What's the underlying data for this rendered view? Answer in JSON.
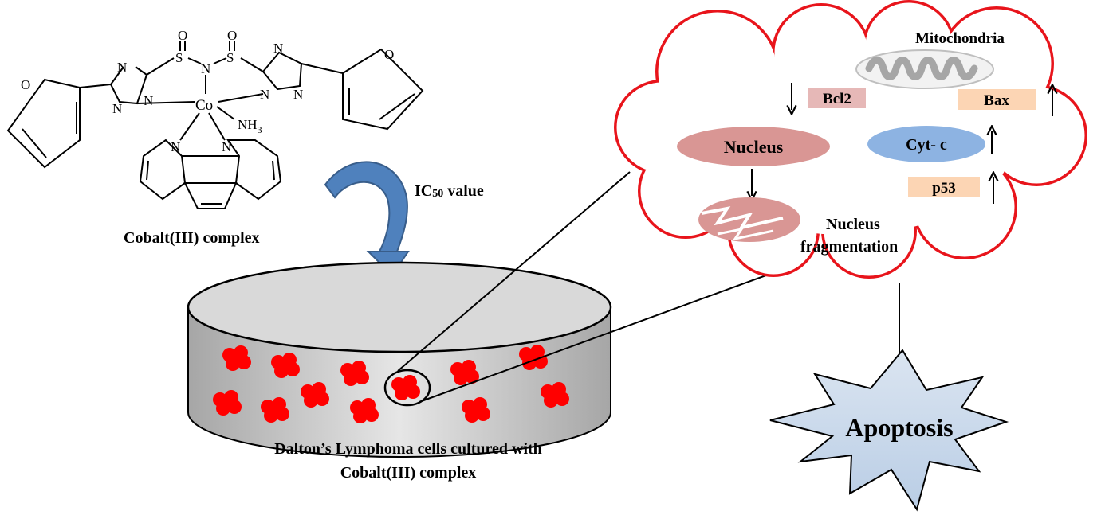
{
  "molecule": {
    "atom_S_left": "S",
    "atom_S_right": "S",
    "atom_N_bridge": "N",
    "atom_O_left": "O",
    "atom_O_right": "O",
    "atom_Co": "Co",
    "atom_NH3": "NH",
    "atom_NH3_sub": "3",
    "ring_N_labels": [
      "N",
      "N",
      "N",
      "N",
      "N",
      "N"
    ],
    "furan_O_left": "O",
    "furan_O_right": "O",
    "phen_N_left": "N",
    "phen_N_right": "N"
  },
  "labels": {
    "complex_caption": "Cobalt(III) complex",
    "ic50_prefix": "IC",
    "ic50_sub": "50",
    "ic50_suffix": " value",
    "dish_caption_line1": "Dalton’s Lymphoma cells cultured with",
    "dish_caption_line2": "Cobalt(III) complex"
  },
  "cell": {
    "mitochondria": "Mitochondria",
    "bcl2": "Bcl2",
    "bax": "Bax",
    "nucleus": "Nucleus",
    "cytc": "Cyt- c",
    "p53": "p53",
    "nucleus_frag_line1": "Nucleus",
    "nucleus_frag_line2": "fragmentation"
  },
  "outcome": {
    "apoptosis": "Apoptosis"
  },
  "colors": {
    "cloud_outline": "#e8141b",
    "bcl2_box": "#e6b8b7",
    "bax_box": "#fcd5b4",
    "p53_box": "#fcd5b4",
    "nucleus_fill": "#d99694",
    "cytc_fill": "#8db3e2",
    "apoptosis_fill": "#c6d9f1",
    "cell_red": "#ff0000",
    "arrow_blue": "#4f81bd"
  }
}
